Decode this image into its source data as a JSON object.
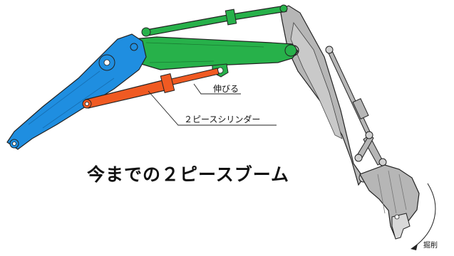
{
  "diagram": {
    "title": "今までの２ピースブーム",
    "labels": {
      "extends": "伸びる",
      "two_piece_cylinder": "２ピースシリンダー",
      "digging": "掘削"
    },
    "colors": {
      "lower_boom": "#1f8ee0",
      "upper_boom": "#27b14a",
      "cylinder": "#f05a22",
      "bucket_arm": "#b6b6b6",
      "outline": "#222222"
    }
  }
}
